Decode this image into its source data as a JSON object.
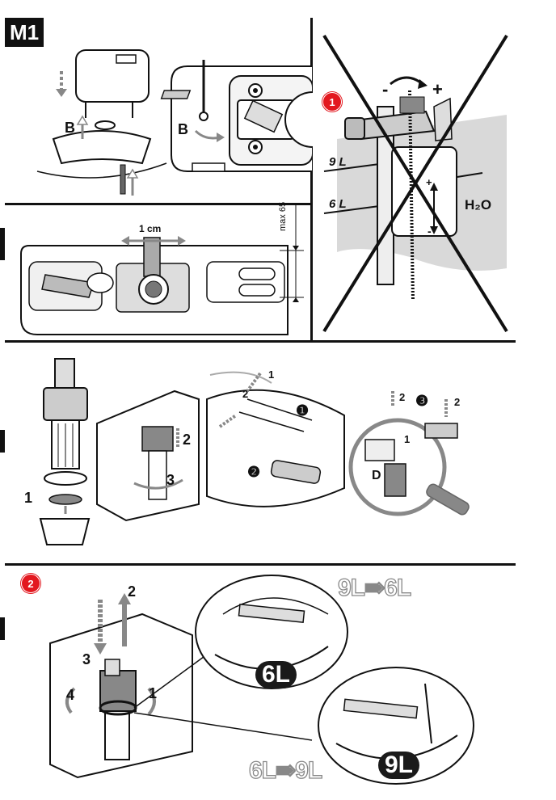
{
  "section_tag": "M1",
  "badges": {
    "float_step": "1",
    "volume_step": "2"
  },
  "m1_panel": {
    "label_left": "B",
    "label_right": "B"
  },
  "cut_panel": {
    "dimension": "1 cm",
    "max_label": "max 65"
  },
  "float_panel": {
    "adjust_minus": "-",
    "adjust_plus": "+",
    "level_9": "9 L",
    "level_6": "6 L",
    "water_label": "H₂O",
    "rise_plus": "+",
    "rise_minus": "-"
  },
  "install_panel": {
    "step_remove": "1",
    "step_press": "2",
    "step_turn": "3",
    "arrow_1": "1",
    "arrow_2": "2",
    "clip_1": "❶",
    "clip_2": "❷",
    "clip_3": "❸",
    "detail_1": "1",
    "detail_2a": "2",
    "detail_2b": "2",
    "detail_d": "D"
  },
  "volume_panel": {
    "step_1": "1",
    "step_2": "2",
    "step_3": "3",
    "step_4": "4",
    "convert_9_to_6": "9L⇛6L",
    "convert_6_to_9": "6L⇛9L",
    "badge_6": "6L",
    "badge_9": "9L"
  },
  "colors": {
    "line": "#111111",
    "accent": "#e3181f",
    "water": "#d9d9d9",
    "arrow": "#888888"
  }
}
